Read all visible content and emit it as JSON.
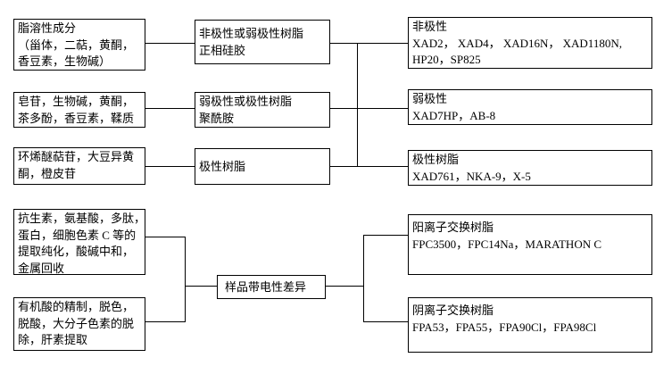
{
  "diagram": {
    "title_semantic": "macroporous-resin-selection-flowchart",
    "background_color": "#ffffff",
    "line_color": "#000000",
    "text_color": "#000000"
  },
  "boxes": {
    "lipid_soluble": {
      "text": "脂溶性成分\n（甾体，二萜，黄酮，\n香豆素，生物碱）"
    },
    "saponins": {
      "text": "皂苷，生物碱，黄酮，\n茶多酚，香豆素，鞣质"
    },
    "iridoid": {
      "text": "环烯醚萜苷，大豆异黄\n酮，橙皮苷"
    },
    "antibiotics": {
      "text": "抗生素，氨基酸，多肽，\n蛋白，细胞色素 C 等的\n提取纯化，酸碱中和，\n金属回收"
    },
    "organic_acids": {
      "text": "有机酸的精制，脱色，\n脱酸，大分子色素的脱\n除，肝素提取"
    },
    "nonpolar_or_weak_resin": {
      "text": "非极性或弱极性树脂\n正相硅胶"
    },
    "weak_or_polar_resin": {
      "text": "弱极性或极性树脂\n聚酰胺"
    },
    "polar_resin": {
      "text": "极性树脂"
    },
    "charge_difference": {
      "text": "样品带电性差异"
    },
    "nonpolar_list": {
      "text": "非极性\nXAD2， XAD4， XAD16N， XAD1180N,\nHP20，SP825"
    },
    "weak_polar_list": {
      "text": "弱极性\nXAD7HP，AB-8"
    },
    "polar_list": {
      "text": "极性树脂\nXAD761，NKA-9，X-5"
    },
    "cation_exchange_list": {
      "text": "阳离子交换树脂\nFPC3500，FPC14Na，MARATHON C"
    },
    "anion_exchange_list": {
      "text": "阴离子交换树脂\nFPA53，FPA55，FPA90Cl，FPA98Cl"
    }
  }
}
